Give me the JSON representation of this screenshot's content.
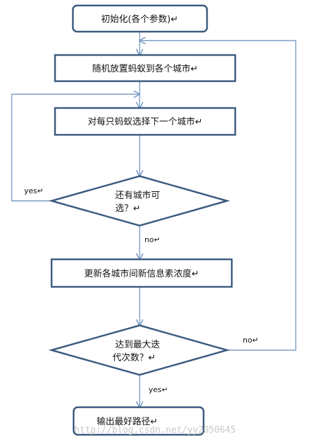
{
  "nodes": {
    "init": "初始化(各个参数)↵",
    "place_ants": "随机放置蚂蚁到各个城市↵",
    "select_next": "对每只蚂蚁选择下一个城市↵",
    "more_cities_line1": "还有城市可",
    "more_cities_line2": "选？↵",
    "update_pheromone": "更新各城市间新信息素浓度↵",
    "max_iter_line1": "达到最大迭",
    "max_iter_line2": "代次数？↵",
    "output": "输出最好路径↵"
  },
  "edge_labels": {
    "yes_loop": "yes↵",
    "no_continue": "no↵",
    "no_loop": "no↵",
    "yes_finish": "yes↵"
  },
  "watermark": "http://blog.csdn.net/yy2050645",
  "colors": {
    "box_stroke": "#3b5a7e",
    "line": "#7b9cc6",
    "watermark": "#c9c9c9"
  }
}
